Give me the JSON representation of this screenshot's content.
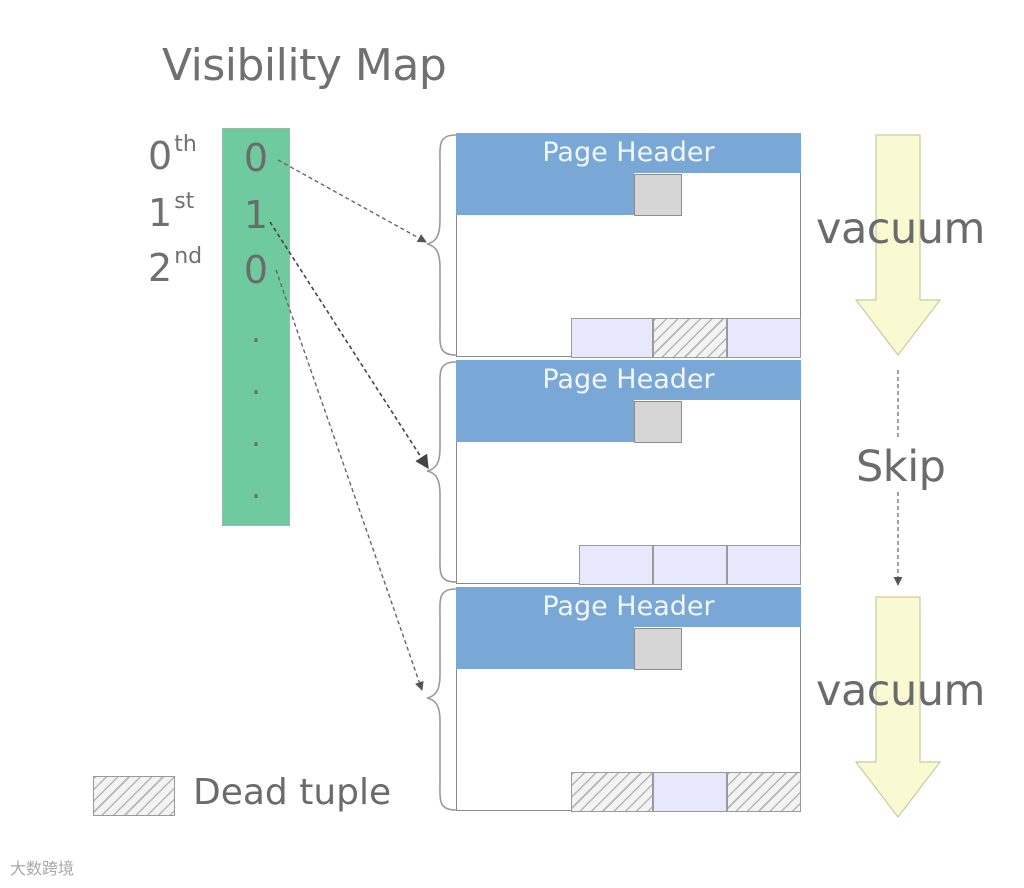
{
  "title": "Visibility Map",
  "ordinals": [
    {
      "base": "0",
      "sup": "th"
    },
    {
      "base": "1",
      "sup": "st"
    },
    {
      "base": "2",
      "sup": "nd"
    }
  ],
  "bits": [
    "0",
    "1",
    "0"
  ],
  "ellipsis": [
    ".",
    ".",
    ".",
    "."
  ],
  "pages": [
    {
      "header": "Page Header",
      "action": "vacuum",
      "tuples": [
        "live",
        "dead",
        "live"
      ]
    },
    {
      "header": "Page Header",
      "action": "Skip",
      "tuples": [
        "live",
        "live",
        "live"
      ]
    },
    {
      "header": "Page Header",
      "action": "vacuum",
      "tuples": [
        "dead",
        "live",
        "dead"
      ]
    }
  ],
  "legend": {
    "label": "Dead tuple"
  },
  "watermark": "大数跨境",
  "colors": {
    "map_bar": "#6fcb9f",
    "page_header": "#79a8d6",
    "line_pointer": "#d6d6d6",
    "live_tuple": "#e7e8fb",
    "vacuum_arrow": "#fafad2"
  }
}
